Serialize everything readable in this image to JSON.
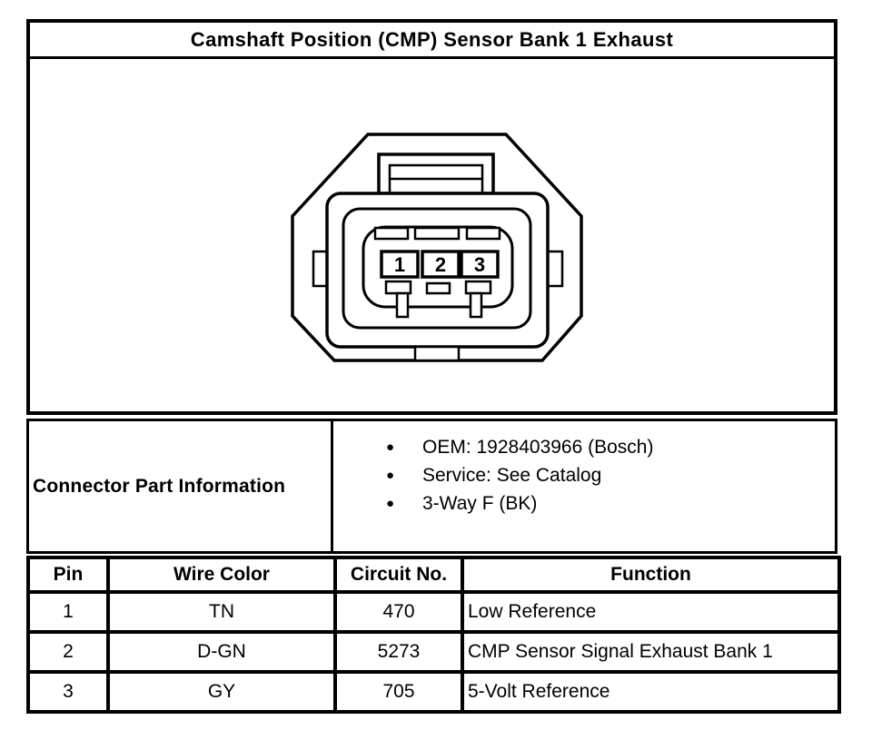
{
  "title": "Camshaft Position (CMP) Sensor Bank 1 Exhaust",
  "connector": {
    "pins": [
      "1",
      "2",
      "3"
    ]
  },
  "part_info": {
    "label": "Connector Part Information",
    "bullets": [
      "OEM: 1928403966 (Bosch)",
      "Service: See Catalog",
      "3-Way F (BK)"
    ]
  },
  "pin_table": {
    "headers": [
      "Pin",
      "Wire Color",
      "Circuit No.",
      "Function"
    ],
    "rows": [
      [
        "1",
        "TN",
        "470",
        "Low Reference"
      ],
      [
        "2",
        "D-GN",
        "5273",
        "CMP Sensor Signal Exhaust Bank 1"
      ],
      [
        "3",
        "GY",
        "705",
        "5-Volt Reference"
      ]
    ]
  },
  "icons": {
    "bullet": "●"
  },
  "colors": {
    "ink": "#000000",
    "paper": "#ffffff"
  }
}
